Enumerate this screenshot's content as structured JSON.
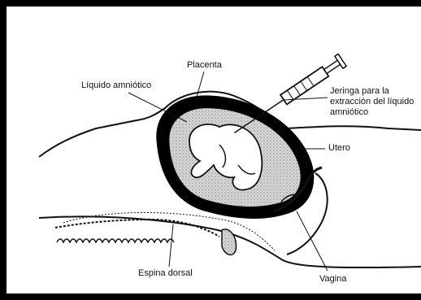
{
  "diagram": {
    "labels": {
      "placenta": "Placenta",
      "liquido": "Líquido amniótico",
      "jeringa_line1": "Jeringa para la",
      "jeringa_line2": "extracción del líquido",
      "jeringa_line3": "amniótico",
      "utero": "Utero",
      "espina": "Espina dorsal",
      "vagina": "Vagina"
    },
    "colors": {
      "frame": "#000000",
      "ink": "#111111",
      "fluid": "#cfcfcf",
      "wall": "#000000"
    }
  }
}
